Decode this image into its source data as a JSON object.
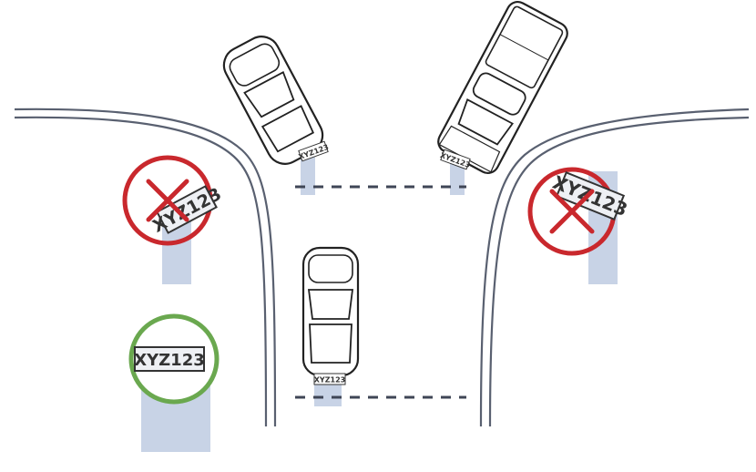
{
  "plates": {
    "car_top_left": "XYZ123",
    "car_top_right": "XYZ123",
    "car_bottom": "XYZ123",
    "bad_left": "XYZ123",
    "bad_right": "XYZ123",
    "good": "XYZ123"
  },
  "colors": {
    "road_line": "#596070",
    "camera_beam": "#c8d3e6",
    "dashed_line": "#3f4656",
    "bad_circle": "#c9282d",
    "good_circle": "#6aa84f",
    "plate_border": "#333333",
    "plate_fill": "#eef0f4"
  },
  "icons": {
    "bad_marker": "red-x-circle-icon",
    "good_marker": "green-check-circle-icon"
  }
}
